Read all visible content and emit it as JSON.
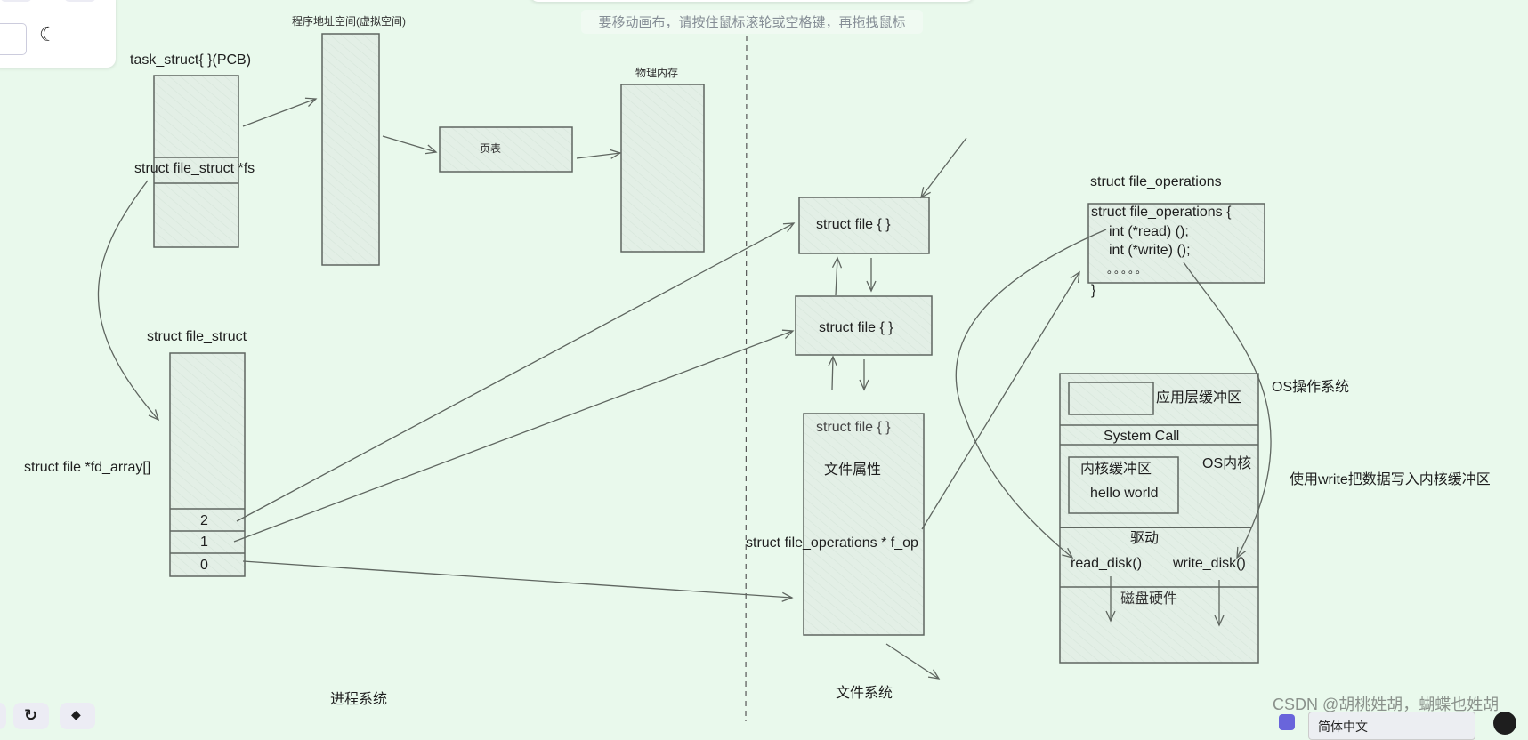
{
  "hint": "要移动画布，请按住鼠标滚轮或空格键，再拖拽鼠标",
  "labels": {
    "task_struct": "task_struct{ }(PCB)",
    "fs_field": "struct file_struct *fs",
    "virtual_space": "程序地址空间(虚拟空间)",
    "page_table": "页表",
    "physical_memory": "物理内存",
    "file_struct": "struct file_struct",
    "fd_array": "struct file *fd_array[]",
    "fd_indices": [
      "2",
      "1",
      "0"
    ],
    "process_system": "进程系统",
    "struct_file_1": "struct file { }",
    "struct_file_2": "struct file { }",
    "struct_file_3": "struct file { }",
    "file_attributes": "文件属性",
    "f_op": "struct file_operations * f_op",
    "file_system": "文件系统",
    "file_operations_title": "struct file_operations",
    "file_operations_code": [
      "struct file_operations {",
      "int (*read) ();",
      "int (*write) ();",
      "。。。。。",
      "}"
    ],
    "app_buffer": "应用层缓冲区",
    "system_call": "System Call",
    "kernel_buffer": "内核缓冲区",
    "hello_world": "hello world",
    "os_kernel": "OS内核",
    "driver": "驱动",
    "read_disk": "read_disk()",
    "write_disk": "write_disk()",
    "disk_hardware": "磁盘硬件",
    "os": "OS操作系统",
    "write_note": "使用write把数据写入内核缓冲区"
  },
  "watermark": "CSDN @胡桃姓胡，蝴蝶也姓胡",
  "language_select": "简体中文",
  "colors": {
    "canvas_bg": "#e9f9ec",
    "shape_fill": "#e3efe6",
    "stroke": "#5f6660"
  }
}
